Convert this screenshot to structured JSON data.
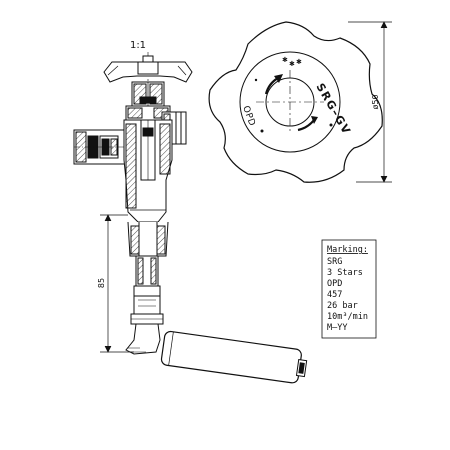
{
  "drawing": {
    "scale": "1:1",
    "dimension_diameter": "ø50",
    "dimension_length": "85",
    "knob_text": {
      "top_right": "SRG–GV",
      "left": "OPD"
    }
  },
  "marking_table": {
    "title": "Marking:",
    "lines": [
      "SRG",
      "3 Stars",
      "OPD",
      "457",
      "26 bar",
      "10m³/min",
      "M–YY"
    ]
  }
}
